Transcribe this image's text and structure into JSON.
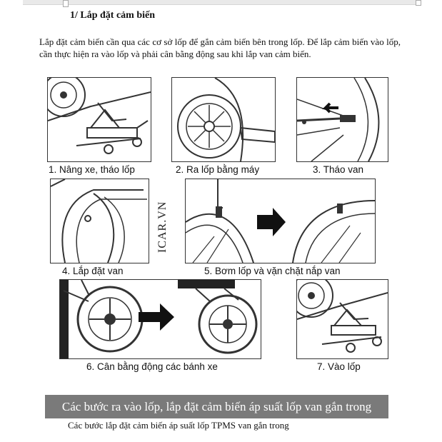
{
  "heading": "1/ Lắp đặt cảm biến",
  "paragraph": "Lắp đặt cảm biến cần qua các cơ sở lốp để gắn cảm biến bên trong lốp. Để lắp cảm biến vào lốp, cần thực hiện ra vào lốp và phải cân bằng động sau khi lắp van cảm biến.",
  "steps": [
    {
      "caption": "1. Nâng xe, tháo lốp",
      "icon": "car-jack-icon"
    },
    {
      "caption": "2. Ra lốp bằng máy",
      "icon": "tire-changer-icon"
    },
    {
      "caption": "3. Tháo van",
      "icon": "valve-removal-icon"
    },
    {
      "caption": "4. Lắp đặt van",
      "icon": "valve-install-icon"
    },
    {
      "caption": "5. Bơm lốp và vặn chặt nắp van",
      "icon": "tire-inflation-icon"
    },
    {
      "caption": "6. Cân bằng động các bánh xe",
      "icon": "wheel-balancing-icon"
    },
    {
      "caption": "7. Vào lốp",
      "icon": "car-jack-icon"
    }
  ],
  "watermark": "ICAR.VN",
  "banner": "Các bước ra vào lốp, lắp đặt cảm biến áp suất lốp van gắn trong",
  "figure_caption": "Các bước lắp đặt cảm biến áp suất lốp TPMS van gắn trong"
}
